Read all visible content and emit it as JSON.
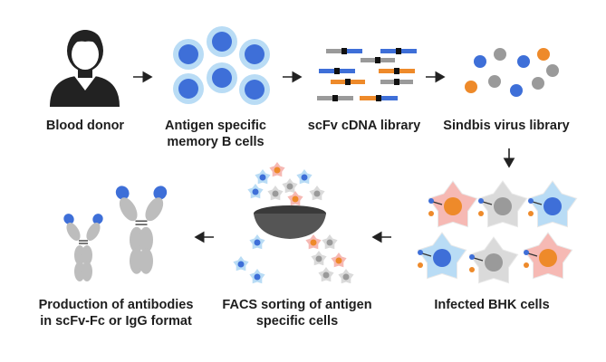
{
  "steps": [
    {
      "name": "blood-donor",
      "label": "Blood donor"
    },
    {
      "name": "memory-b-cells",
      "label": "Antigen specific\nmemory B cells"
    },
    {
      "name": "scfv-library",
      "label": "scFv cDNA library"
    },
    {
      "name": "sindbis-library",
      "label": "Sindbis virus library"
    },
    {
      "name": "infected-bhk",
      "label": "Infected BHK cells"
    },
    {
      "name": "facs-sorting",
      "label": "FACS sorting of antigen\nspecific cells"
    },
    {
      "name": "antibody-production",
      "label": "Production of antibodies\nin scFv-Fc or IgG format"
    }
  ],
  "colors": {
    "blue": "#3e6fd8",
    "blue_light": "#b9dcf5",
    "orange": "#ee8a2a",
    "gray": "#9a9a9a",
    "pink": "#f6b9b4",
    "cell_gray": "#dadada",
    "dark": "#222222"
  }
}
